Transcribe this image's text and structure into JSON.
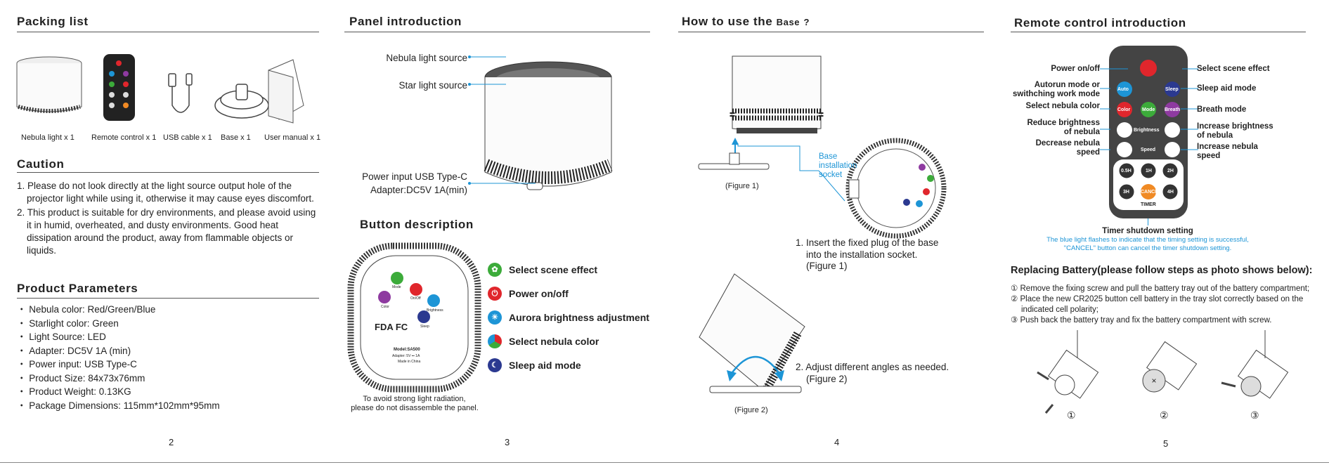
{
  "page2": {
    "packing_title": "Packing list",
    "items": [
      "Nebula light x 1",
      "Remote control x 1",
      "USB cable x 1",
      "Base x 1",
      "User manual x 1"
    ],
    "caution_title": "Caution",
    "caution": [
      "1. Please do not look directly at the light source output hole of the projector light while using it, otherwise it may cause eyes discomfort.",
      "2. This product is suitable for dry environments, and please avoid using it in humid, overheated, and dusty environments. Good heat dissipation around the product, away from flammable objects or liquids."
    ],
    "params_title": "Product Parameters",
    "params": [
      "・ Nebula color: Red/Green/Blue",
      "・ Starlight color: Green",
      "・ Light Source: LED",
      "・ Adapter: DC5V 1A (min)",
      "・ Power input: USB Type-C",
      "・ Product Size: 84x73x76mm",
      "・ Product Weight: 0.13KG",
      "・ Package Dimensions: 115mm*102mm*95mm"
    ],
    "page_number": "2"
  },
  "page3": {
    "panel_title": "Panel introduction",
    "nebula_label": "Nebula light source",
    "star_label": "Star light source",
    "power_label_1": "Power input USB Type-C",
    "power_label_2": "Adapter:DC5V 1A(min)",
    "button_title": "Button description",
    "buttons": [
      "Select scene effect",
      "Power on/off",
      "Aurora brightness adjustment",
      "Select nebula color",
      "Sleep aid mode"
    ],
    "button_small": [
      "Mode",
      "On/Off",
      "Brightness",
      "Color",
      "Sleep"
    ],
    "panel_labels": {
      "mode": "Mode",
      "onoff": "On/Off",
      "color": "Color",
      "brightness": "Brightness",
      "sleep": "Sleep",
      "fda": "FDA FC",
      "model": "Model:SA500",
      "adapter": "Adapter: 5V ⎓ 1A",
      "made": "Made in China"
    },
    "warning_1": "To avoid strong light radiation,",
    "warning_2": "please do not disassemble the panel.",
    "page_number": "3"
  },
  "page4": {
    "title_main": "How to use the",
    "title_base": "Base",
    "title_q": "?",
    "base_socket": [
      "Base",
      "installation",
      "socket"
    ],
    "figure1": "(Figure 1)",
    "step1": [
      "1. Insert the fixed plug of the base",
      "into the installation socket.",
      "(Figure 1)"
    ],
    "step2": [
      "2. Adjust different angles as needed.",
      "(Figure 2)"
    ],
    "figure2": "(Figure 2)",
    "page_number": "4"
  },
  "page5": {
    "remote_title": "Remote control introduction",
    "left_labels": [
      "Power on/off",
      "Autorun mode or",
      "swithching work mode",
      "Select nebula color",
      "Reduce brightness",
      "of nebula",
      "Decrease nebula",
      "speed"
    ],
    "right_labels": [
      "Select scene effect",
      "Sleep aid mode",
      "Breath mode",
      "Increase brightness",
      "of nebula",
      "Increase nebula",
      "speed"
    ],
    "remote_buttons": [
      "Auto",
      "Sleep",
      "Color",
      "Mode",
      "Breath",
      "Brightness",
      "Speed",
      "0.5H",
      "1H",
      "2H",
      "3H",
      "CANCEL",
      "4H",
      "TIMER"
    ],
    "timer_title": "Timer shutdown setting",
    "timer_note_1": "The blue light flashes to indicate that the timing setting is successful,",
    "timer_note_2": "\"CANCEL\" button can cancel the timer shutdown setting.",
    "battery_title": "Replacing Battery(please follow steps as photo shows below):",
    "battery_steps": [
      "① Remove the fixing screw and pull the battery tray out of the battery compartment;",
      "② Place the new CR2025 button cell battery in the tray slot correctly based on the",
      "indicated cell polarity;",
      "③ Push back the battery tray and fix the battery compartment with screw."
    ],
    "step_marks": [
      "①",
      "②",
      "③"
    ],
    "page_number": "5"
  },
  "colors": {
    "accent_blue": "#1d95d6",
    "red": "#e0262c",
    "green": "#3cab3a",
    "purple": "#8e3aa0",
    "navy": "#2b3990"
  }
}
